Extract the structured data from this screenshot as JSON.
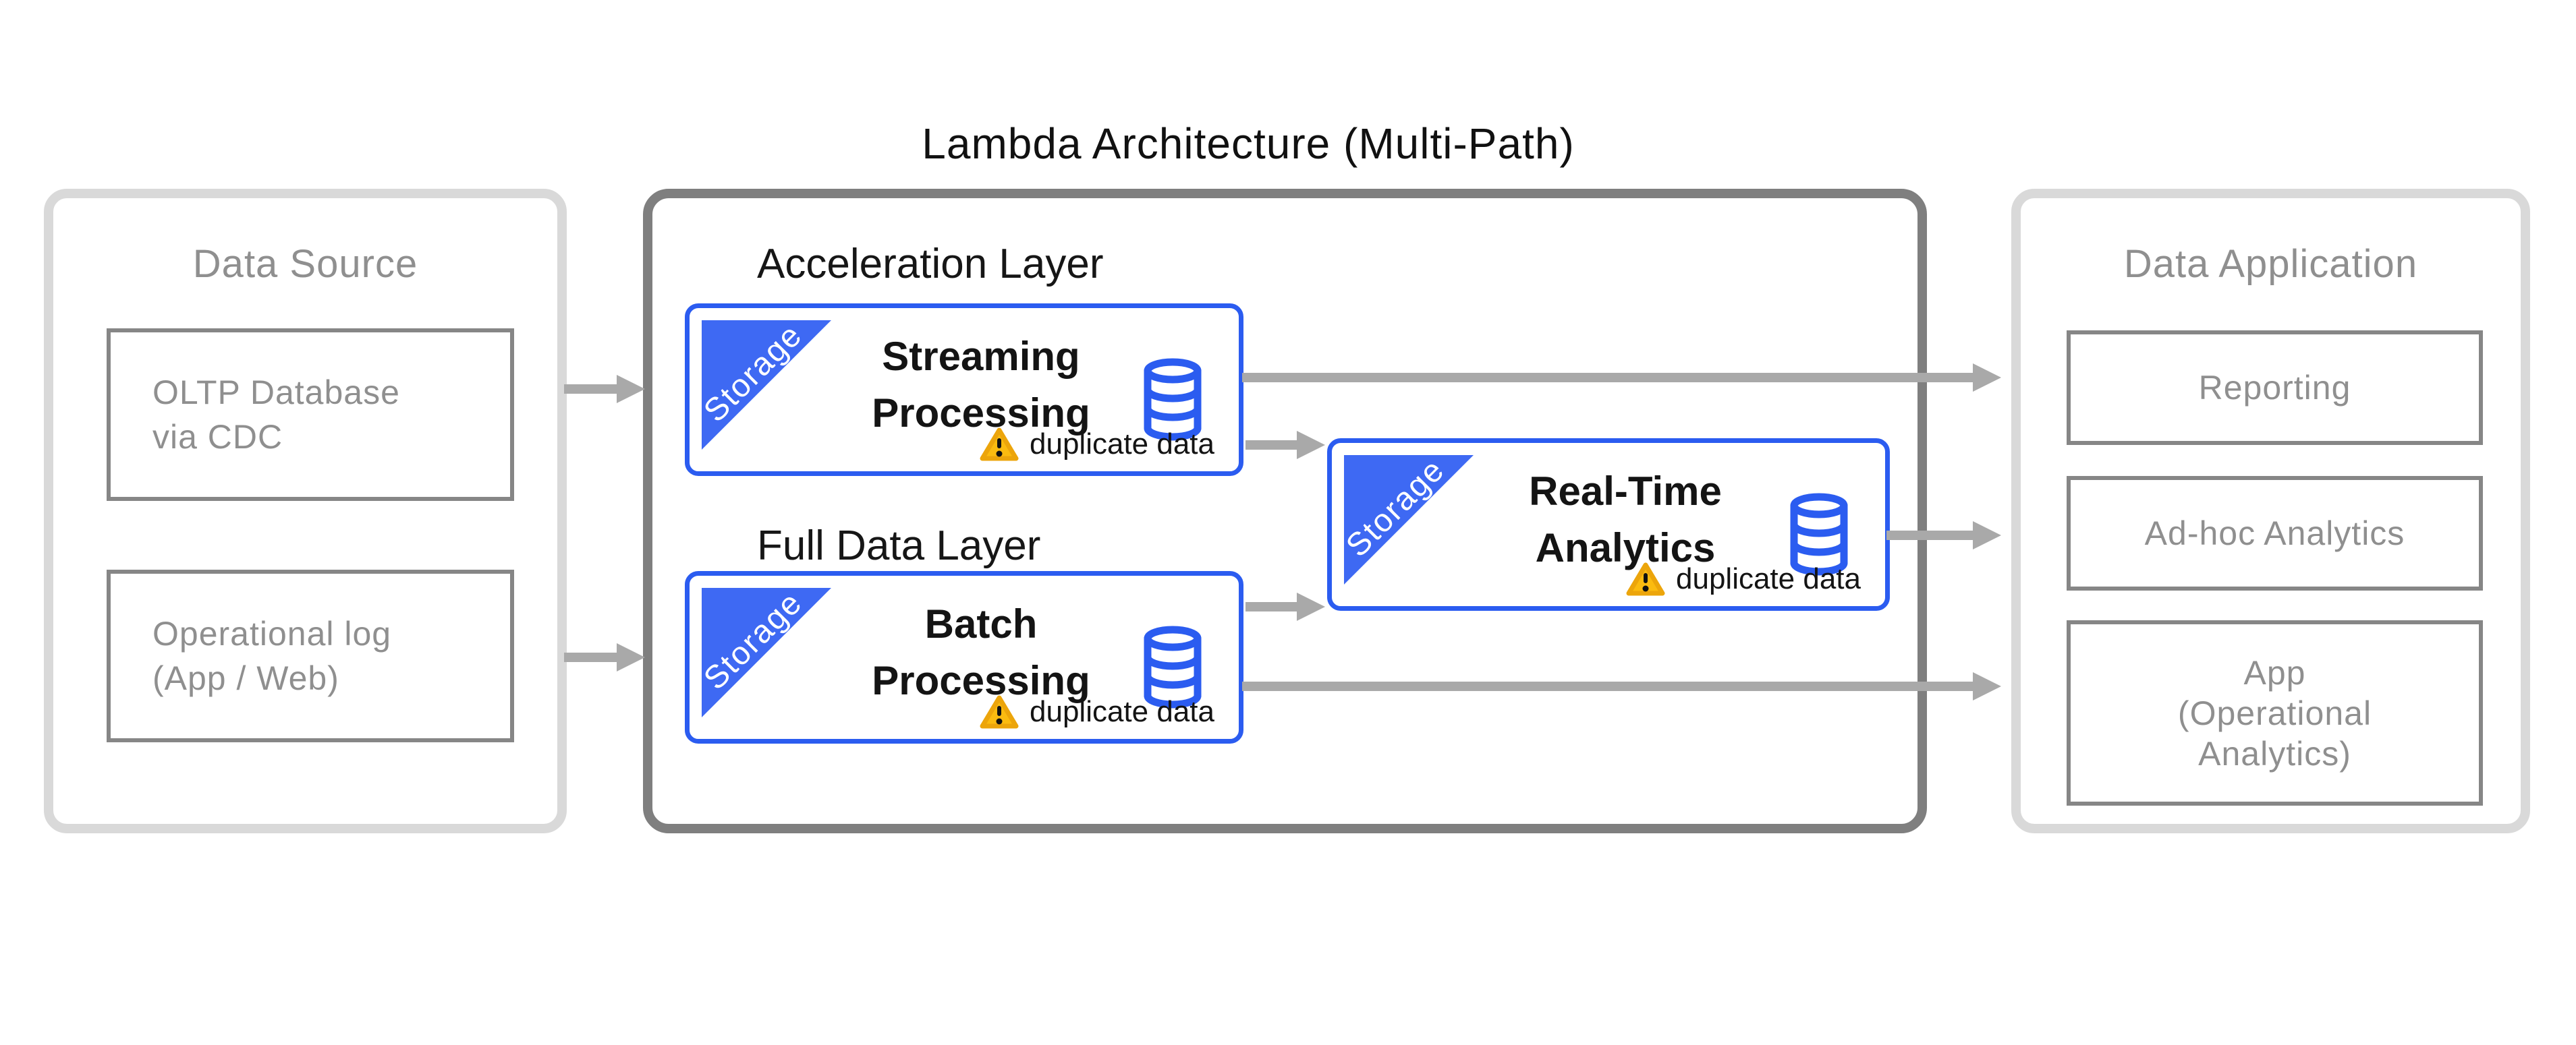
{
  "title": "Lambda Architecture (Multi-Path)",
  "colors": {
    "accent_blue": "#2b5cf0",
    "ribbon_blue": "#3e69f3",
    "arrow_gray": "#a9a9a9",
    "pipeline_border": "#7f7f7f",
    "panel_border": "#d9d9d9",
    "box_border": "#868686",
    "gray_text": "#8f8f8f",
    "black_text": "#141414",
    "warning_yellow": "#fbbb10",
    "warning_edge": "#eca50b"
  },
  "data_source": {
    "label": "Data Source",
    "items": [
      {
        "lines": [
          "OLTP Database",
          "via CDC"
        ]
      },
      {
        "lines": [
          "Operational log",
          "(App / Web)"
        ]
      }
    ]
  },
  "pipeline": {
    "acceleration_label": "Acceleration Layer",
    "full_data_label": "Full Data Layer",
    "nodes": [
      {
        "ribbon": "Storage",
        "lines": [
          "Streaming",
          "Processing"
        ],
        "warning": "duplicate data"
      },
      {
        "ribbon": "Storage",
        "lines": [
          "Batch",
          "Processing"
        ],
        "warning": "duplicate data"
      },
      {
        "ribbon": "Storage",
        "lines": [
          "Real-Time",
          "Analytics"
        ],
        "warning": "duplicate data"
      }
    ]
  },
  "data_application": {
    "label": "Data Application",
    "items": [
      {
        "lines": [
          "Reporting"
        ]
      },
      {
        "lines": [
          "Ad-hoc Analytics"
        ]
      },
      {
        "lines": [
          "App",
          "(Operational",
          "Analytics)"
        ]
      }
    ]
  }
}
